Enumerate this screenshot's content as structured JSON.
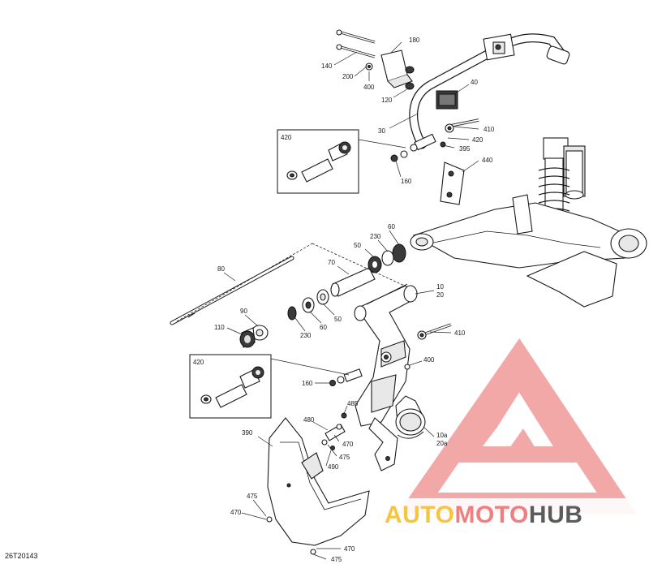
{
  "diagram_code": "26T20143",
  "watermark": {
    "brand_auto": "AUTO",
    "brand_moto": "MOTO",
    "brand_hub": "HUB",
    "triangle_color": "#f29a9a",
    "auto_color": "#f5c542",
    "moto_color": "#ef7f7f",
    "hub_color": "#5b5b5b"
  },
  "labels": {
    "p180": "180",
    "p140": "140",
    "p200": "200",
    "p400_top": "400",
    "p120": "120",
    "p40": "40",
    "p30": "30",
    "p410_top": "410",
    "p420_top": "420",
    "p395": "395",
    "p440": "440",
    "p160_top": "160",
    "inset420_top": "420",
    "p60_top": "60",
    "p230_top": "230",
    "p50_top": "50",
    "p70": "70",
    "p80": "80",
    "p90": "90",
    "p110": "110",
    "p230_bot": "230",
    "p60_bot": "60",
    "p50_bot": "50",
    "p10": "10",
    "p20": "20",
    "p410_mid": "410",
    "p400_mid": "400",
    "inset420_bot": "420",
    "p160_bot": "160",
    "p485": "485",
    "p480": "480",
    "p470_mid": "470",
    "p475_mid": "475",
    "p490": "490",
    "p10a": "10a",
    "p20a": "20a",
    "p390": "390",
    "p475_low": "475",
    "p470_low": "470",
    "p470_bot": "470",
    "p475_bot": "475"
  }
}
